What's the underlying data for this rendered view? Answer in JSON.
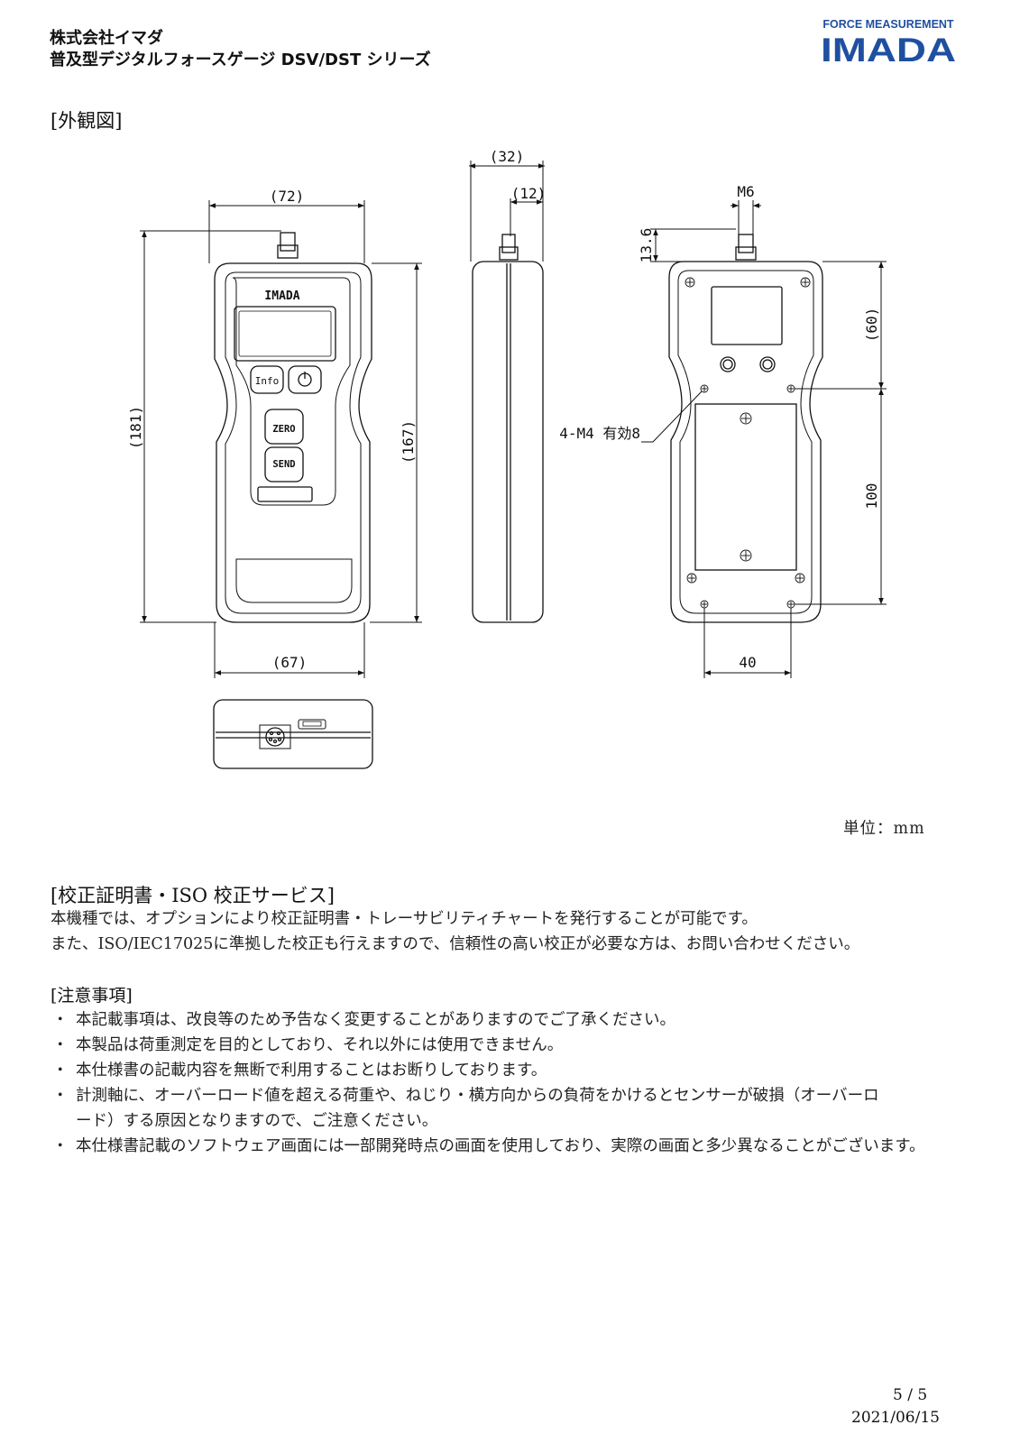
{
  "header": {
    "company": "株式会社イマダ",
    "product_title": "普及型デジタルフォースゲージ DSV/DST シリーズ",
    "logo_top": "FORCE MEASUREMENT",
    "logo_main": "IMADA"
  },
  "exterior": {
    "section_title": "[外観図]",
    "device_logo": "IMADA",
    "buttons": {
      "info": "Info",
      "zero": "ZERO",
      "send": "SEND"
    },
    "dimensions": {
      "front_width_top": "(72)",
      "front_height_total": "(181)",
      "front_height_body": "(167)",
      "front_width_bottom": "(67)",
      "side_depth": "(32)",
      "side_shaft": "(12)",
      "rear_thread": "M6",
      "rear_shaft_len": "13.6",
      "rear_upper": "(60)",
      "rear_lower": "100",
      "rear_hole_spacing": "40",
      "rear_holes": "4-M4 有効8"
    },
    "unit": "単位：mm"
  },
  "calibration": {
    "title": "[校正証明書・ISO 校正サービス]",
    "lines": [
      "本機種では、オプションにより校正証明書・トレーサビリティチャートを発行することが可能です。",
      "また、ISO/IEC17025に準拠した校正も行えますので、信頼性の高い校正が必要な方は、お問い合わせください。"
    ]
  },
  "notes": {
    "title": "[注意事項]",
    "bullet": "・",
    "items": [
      "本記載事項は、改良等のため予告なく変更することがありますのでご了承ください。",
      "本製品は荷重測定を目的としており、それ以外には使用できません。",
      "本仕様書の記載内容を無断で利用することはお断りしております。",
      "計測軸に、オーバーロード値を超える荷重や、ねじり・横方向からの負荷をかけるとセンサーが破損（オーバーロード）する原因となりますので、ご注意ください。",
      "本仕様書記載のソフトウェア画面には一部開発時点の画面を使用しており、実際の画面と多少異なることがございます。"
    ]
  },
  "footer": {
    "page": "5 / 5",
    "date": "2021/06/15"
  }
}
